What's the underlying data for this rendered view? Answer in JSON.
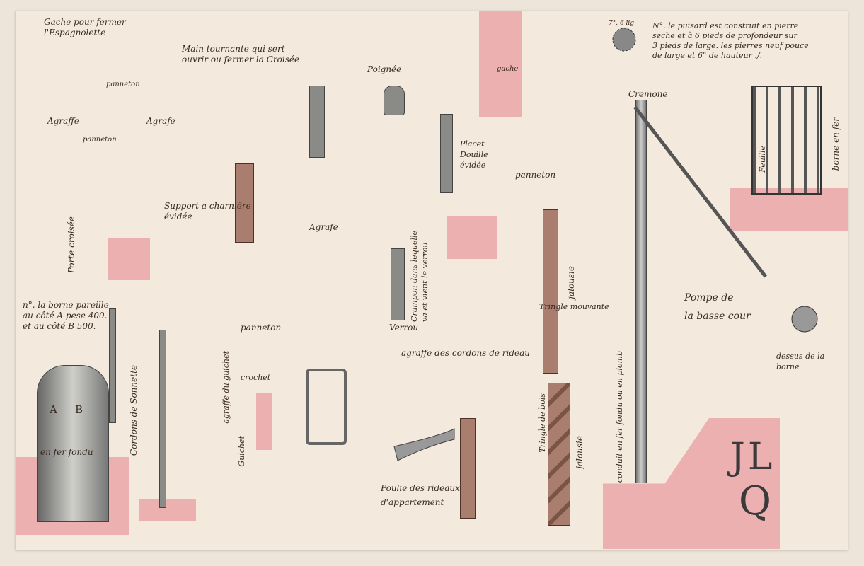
{
  "sheet": {
    "labels": {
      "gache": "Gache pour fermer\nl'Espagnolette",
      "panneton_1": "panneton",
      "agraffe_left": "Agraffe",
      "agrafe_right": "Agrafe",
      "panneton_2": "panneton",
      "main_tournante": "Main tournante qui sert\nouvrir ou fermer la Croisée",
      "poignee": "Poignée",
      "gache_2": "gache",
      "placet": "Placet\nDouille\névidée",
      "panneton_3": "panneton",
      "support": "Support a charnière\névidée",
      "agrafe_center": "Agrafe",
      "porte_croisee": "Porte croisée",
      "crampon": "Crampon dans lequelle\nva et vient le verrou",
      "verrou": "Verrou",
      "panneton_4": "panneton",
      "jalousie_1": "jalousie",
      "tringle_mouvante": "Tringle mouvante",
      "cremone": "Cremone",
      "puisard_note": "N°. le puisard est construit en pierre\nseche et à 6 pieds de profondeur sur\n3 pieds de large. les pierres neuf pouce\nde large et 6° de hauteur ./.",
      "rosette_dim": "7°. 6 lig",
      "feuille": "Feuille",
      "borne_en_fer": "borne en fer",
      "pompe": "Pompe de\nla basse cour",
      "dessus_borne": "dessus de la borne",
      "borne_note": "n°. la borne pareille\nau côté A pese 400.\net au côté B 500.",
      "en_fer_fondu": "en fer fondu",
      "cordons_sonnette": "Cordons de Sonnette",
      "agraffe_guichet": "agraffe du guichet",
      "crochet": "crochet",
      "guichet": "Guichet",
      "agraffe_rideau": "agraffe des cordons de rideau",
      "poulie": "Poulie des rideaux\nd'appartement",
      "tringle_bois": "Tringle de bois",
      "jalousie_2": "jalousie",
      "conduit": "conduit en fer fondu ou en plomb",
      "borne_A": "A",
      "borne_B": "B"
    },
    "monogram": "JL Q",
    "colors": {
      "paper": "#f3e9dc",
      "wash": "#eaa6a9",
      "iron": "#8a8a86",
      "wood": "#a97e6e",
      "ink": "#3a2a20"
    }
  }
}
